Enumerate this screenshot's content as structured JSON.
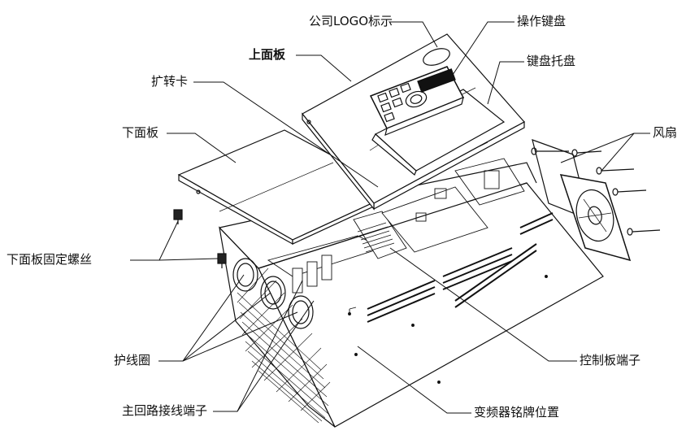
{
  "labels": {
    "logo": "公司LOGO标示",
    "keypad": "操作键盘",
    "keypad_tray": "键盘托盘",
    "top_panel": "上面板",
    "expansion_card": "扩转卡",
    "fan": "风扇",
    "bottom_panel": "下面板",
    "bottom_panel_screws": "下面板固定螺丝",
    "grommet": "护线圈",
    "control_terminals": "控制板端子",
    "main_terminals": "主回路接线端子",
    "nameplate": "变频器铭牌位置"
  },
  "colors": {
    "line": "#111111",
    "background": "#ffffff"
  }
}
